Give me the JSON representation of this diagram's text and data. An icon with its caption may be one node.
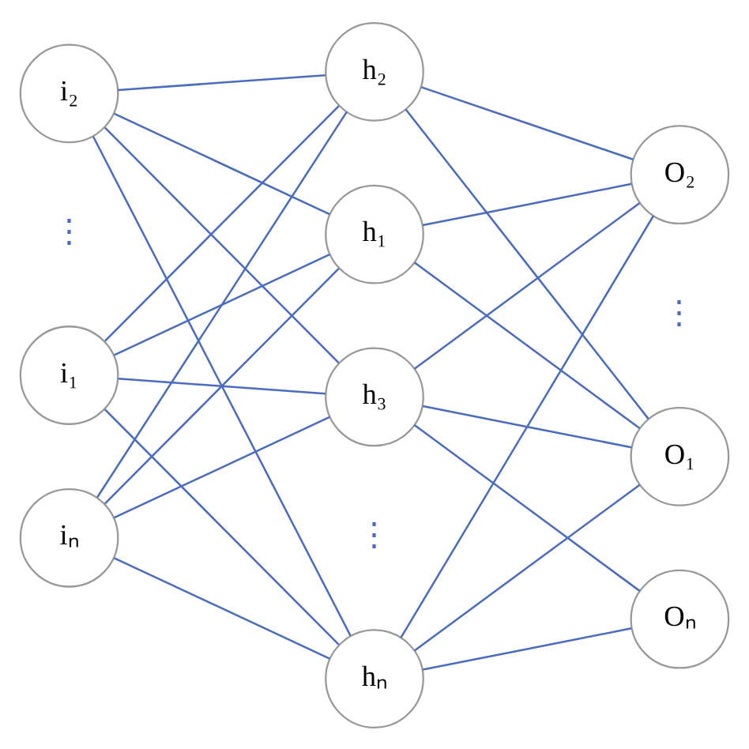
{
  "diagram": {
    "nodes": [
      {
        "text": [
          "i₁"
        ]
      },
      {
        "text": [
          "i₂"
        ]
      },
      {
        "text": [
          "iₙ"
        ]
      },
      {
        "text": [
          "h₁"
        ]
      },
      {
        "text": [
          "h₂"
        ]
      },
      {
        "text": [
          "h₃"
        ]
      },
      {
        "text": [
          "hₙ"
        ]
      },
      {
        "text": [
          "O₁"
        ]
      },
      {
        "text": [
          "O₂"
        ]
      },
      {
        "text": [
          "Oₙ"
        ]
      }
    ],
    "edges": [
      {
        "from": 0,
        "to": 3,
        "arrow": "none"
      },
      {
        "from": 0,
        "to": 4,
        "arrow": "none"
      },
      {
        "from": 0,
        "to": 5,
        "arrow": "none"
      },
      {
        "from": 0,
        "to": 6,
        "arrow": "none"
      },
      {
        "from": 1,
        "to": 3,
        "arrow": "none"
      },
      {
        "from": 1,
        "to": 4,
        "arrow": "none"
      },
      {
        "from": 1,
        "to": 5,
        "arrow": "none"
      },
      {
        "from": 1,
        "to": 6,
        "arrow": "none"
      },
      {
        "from": 2,
        "to": 3,
        "arrow": "none"
      },
      {
        "from": 2,
        "to": 4,
        "arrow": "none"
      },
      {
        "from": 2,
        "to": 5,
        "arrow": "none"
      },
      {
        "from": 2,
        "to": 6,
        "arrow": "none"
      },
      {
        "from": 3,
        "to": 7,
        "arrow": "none"
      },
      {
        "from": 3,
        "to": 8,
        "arrow": "none"
      },
      {
        "from": 4,
        "to": 7,
        "arrow": "none"
      },
      {
        "from": 4,
        "to": 8,
        "arrow": "none"
      },
      {
        "from": 5,
        "to": 7,
        "arrow": "none"
      },
      {
        "from": 5,
        "to": 8,
        "arrow": "none"
      },
      {
        "from": 5,
        "to": 9,
        "arrow": "none"
      },
      {
        "from": 6,
        "to": 7,
        "arrow": "none"
      },
      {
        "from": 6,
        "to": 8,
        "arrow": "none"
      },
      {
        "from": 6,
        "to": 9,
        "arrow": "none"
      }
    ],
    "labels": [
      "⋮",
      "⋮",
      "⋮"
    ]
  }
}
